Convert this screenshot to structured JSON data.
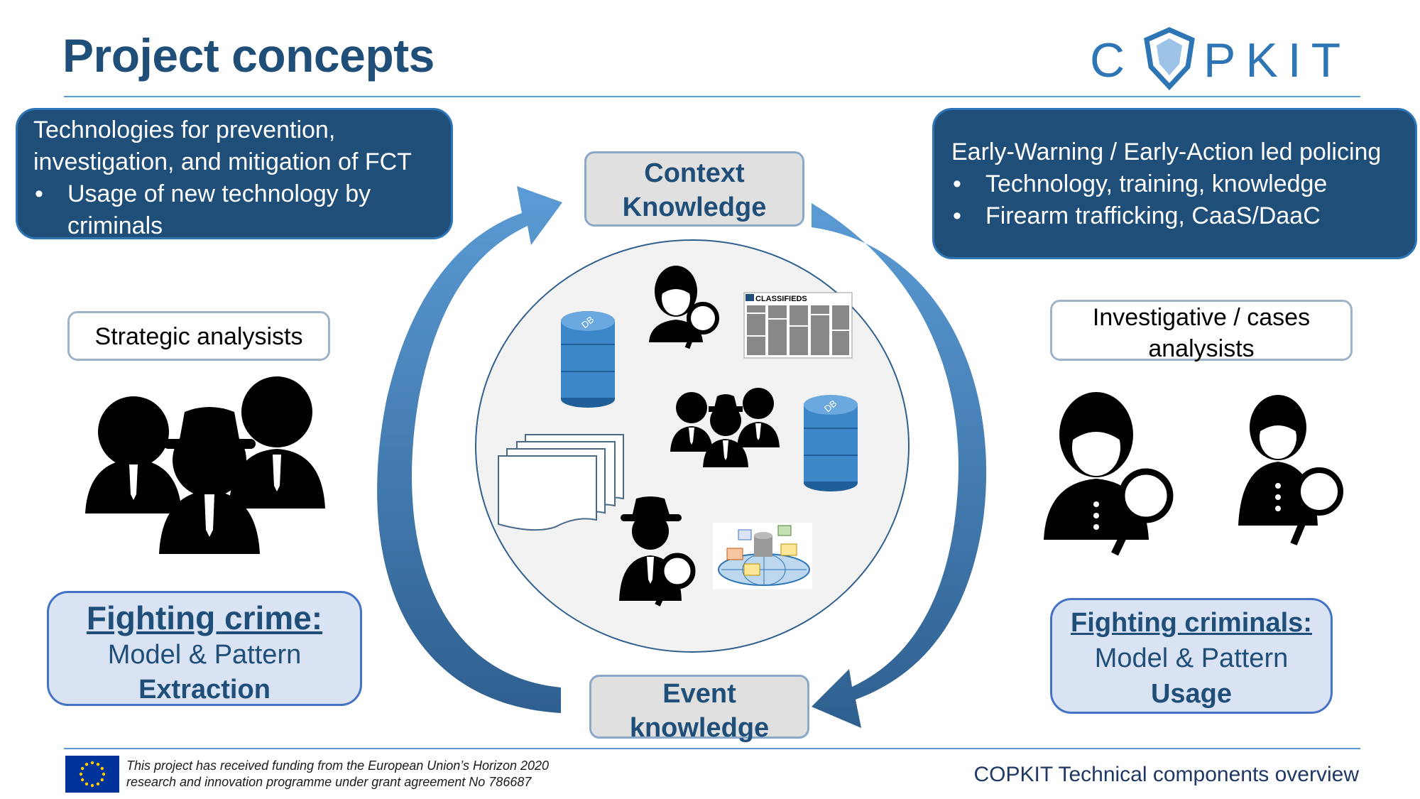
{
  "page": {
    "title": "Project concepts"
  },
  "logo": {
    "text_left": "C",
    "text_right": "PKIT",
    "color": "#2e75b6"
  },
  "top_left_box": {
    "line1": "Technologies for prevention,",
    "line2": "investigation, and mitigation of FCT",
    "bullet1_line1": "Usage of new technology by",
    "bullet1_line2": "criminals"
  },
  "top_right_box": {
    "heading": "Early-Warning / Early-Action led policing",
    "bullets": [
      "Technology, training, knowledge",
      "Firearm trafficking, CaaS/DaaC"
    ]
  },
  "cycle": {
    "context_line1": "Context",
    "context_line2": "Knowledge",
    "event_line1": "Event",
    "event_line2": "knowledge",
    "arrow_color": "#5b9bd5"
  },
  "left": {
    "label": "Strategic analysists",
    "box_title": "Fighting crime:",
    "box_line2": "Model & Pattern",
    "box_line3": "Extraction"
  },
  "right": {
    "label_line1": "Investigative / cases",
    "label_line2": "analysists",
    "box_title": "Fighting criminals:",
    "box_line2": "Model & Pattern",
    "box_line3": "Usage"
  },
  "center": {
    "newspaper_header": "CLASSIFIEDS",
    "db_label": "DB"
  },
  "footer": {
    "funding_line1": "This project has received funding from the European Union’s Horizon 2020",
    "funding_line2": "research and innovation programme under grant agreement No 786687",
    "right_text": "COPKIT Technical components overview"
  },
  "colors": {
    "dark_blue": "#1f4e79",
    "accent_blue": "#5b9bd5",
    "light_blue_box": "#dae3f3",
    "grey_box": "#e0e0e0"
  }
}
